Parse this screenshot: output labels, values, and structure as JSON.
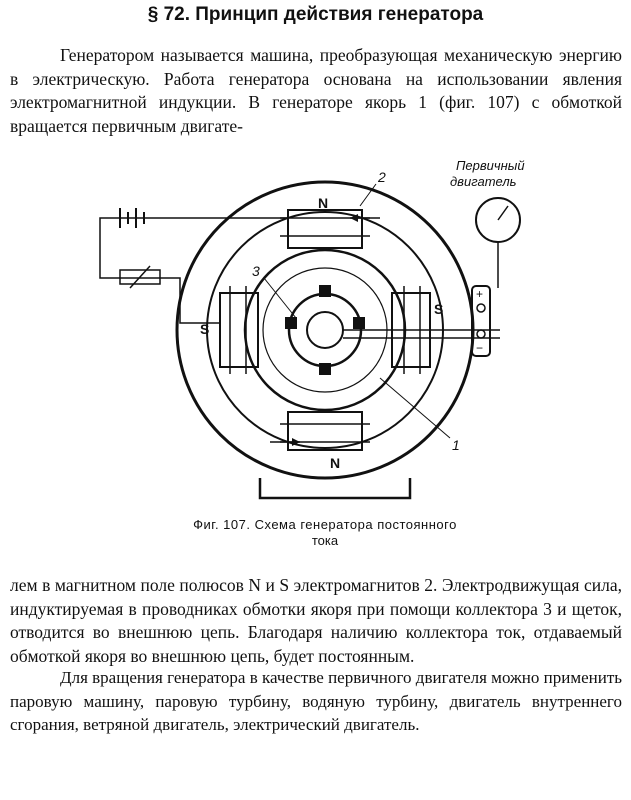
{
  "heading": "§ 72. Принцип действия генератора",
  "paragraph1": "Генератором называется машина, преобразующая механическую энергию в электрическую. Работа генератора основана на использовании явления электромагнитной индукции. В генераторе якорь 1 (фиг. 107) с обмоткой вращается первичным двигате-",
  "figure": {
    "labels": {
      "motor": "Первичный двигатель",
      "n1": "2",
      "n2": "3",
      "n3": "1",
      "pole_top": "N",
      "pole_bottom": "N",
      "pole_left": "S",
      "pole_right": "S",
      "plus": "+",
      "minus": "−"
    },
    "caption_line1": "Фиг. 107. Схема генератора постоянного",
    "caption_line2": "тока"
  },
  "paragraph2": "лем в магнитном поле полюсов N и S электромагнитов 2. Электродвижущая сила, индуктируемая в проводниках обмотки якоря при помощи коллектора 3 и щеток, отводится во внешнюю цепь. Благодаря наличию коллектора ток, отдаваемый обмоткой якоря во внешнюю цепь, будет постоянным.",
  "paragraph3": "Для вращения генератора в качестве первичного двигателя можно применить паровую машину, паровую турбину, водяную турбину, двигатель внутреннего сгорания, ветряной двигатель, электрический двигатель."
}
